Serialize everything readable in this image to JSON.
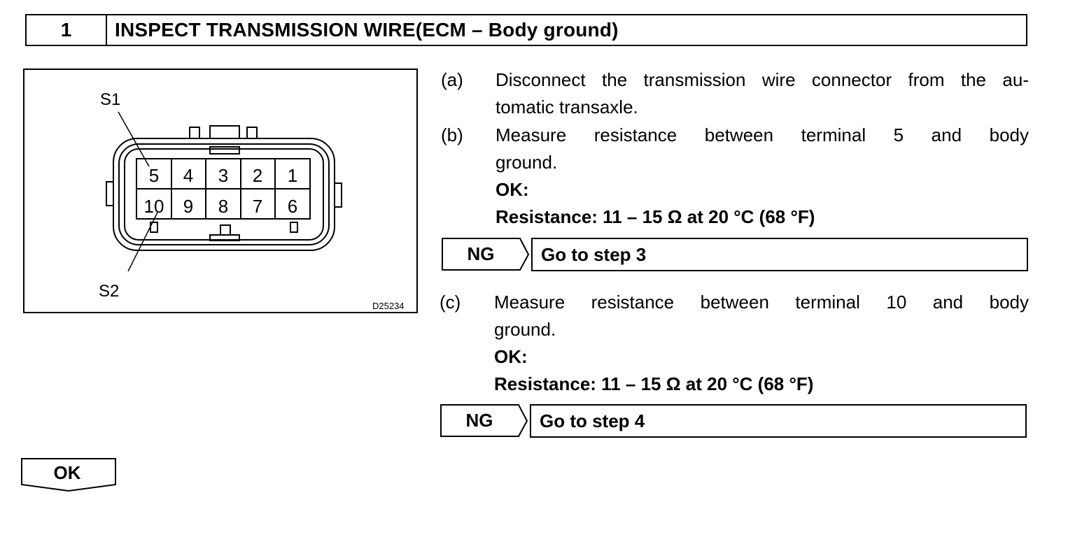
{
  "step": {
    "number": "1",
    "title": "INSPECT TRANSMISSION WIRE(ECM – Body ground)"
  },
  "figure": {
    "label_s1": "S1",
    "label_s2": "S2",
    "figure_code": "D25234",
    "pins_top": [
      "5",
      "4",
      "3",
      "2",
      "1"
    ],
    "pins_bottom": [
      "10",
      "9",
      "8",
      "7",
      "6"
    ]
  },
  "items": [
    {
      "tag": "(a)",
      "line1": "Disconnect the transmission wire connector from the au-",
      "line2": "tomatic transaxle."
    },
    {
      "tag": "(b)",
      "line1": "Measure resistance between terminal 5 and body",
      "line2": "ground.",
      "ok_label": "OK:",
      "spec": "Resistance: 11 – 15 Ω at 20 °C (68 °F)"
    },
    {
      "tag": "(c)",
      "line1": "Measure resistance between terminal 10 and body",
      "line2": "ground.",
      "ok_label": "OK:",
      "spec": "Resistance: 11 – 15 Ω at 20 °C (68 °F)"
    }
  ],
  "ng_branches": [
    {
      "ng_label": "NG",
      "target": "Go to step 3"
    },
    {
      "ng_label": "NG",
      "target": "Go to step 4"
    }
  ],
  "ok_button": "OK"
}
